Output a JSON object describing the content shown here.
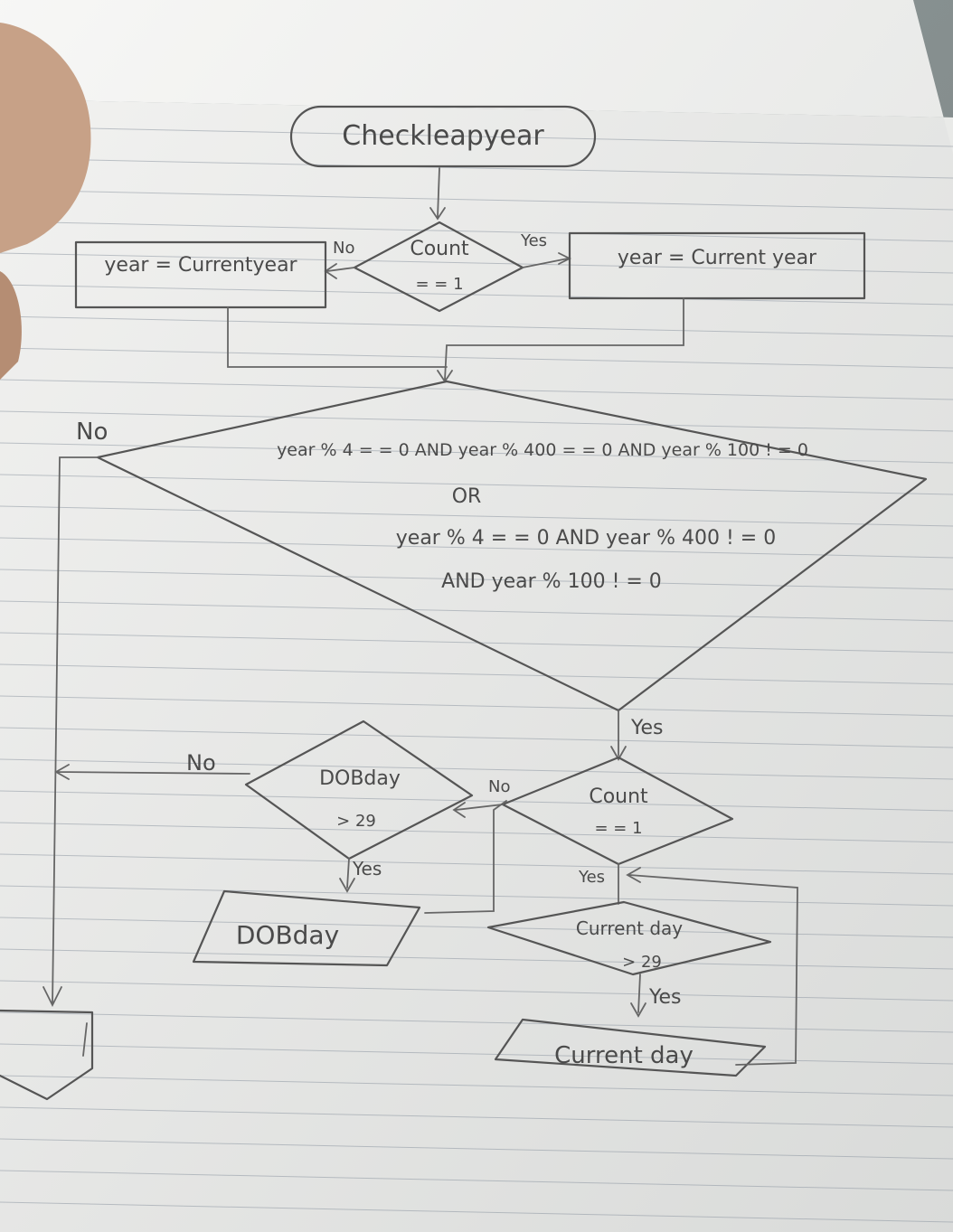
{
  "flowchart": {
    "start": "Checkleapyear",
    "decision_count_1": {
      "line1": "Count",
      "line2": "= = 1"
    },
    "box_no": "year = Currentyear",
    "box_yes": "year = Current year",
    "label_yes_1": "Yes",
    "label_no_1": "No",
    "leap_condition": {
      "line1": "year % 4 = = 0  AND  year % 400 = = 0  AND  year % 100 ! = 0",
      "line2": "OR",
      "line3": "year % 4 = = 0   AND  year % 400 ! = 0",
      "line4": "AND   year % 100 ! = 0"
    },
    "label_no_leap": "No",
    "label_yes_leap": "Yes",
    "decision_count_2": {
      "line1": "Count",
      "line2": "= = 1"
    },
    "label_no_count2": "No",
    "decision_dob": {
      "line1": "DOBday",
      "line2": "> 29"
    },
    "label_no_dob": "No",
    "label_yes_dob": "Yes",
    "io_dob": "DOBday",
    "label_yes_count2": "Yes",
    "decision_current": {
      "line1": "Current day",
      "line2": "> 29"
    },
    "label_yes_current": "Yes",
    "io_current": "Current day"
  },
  "colors": {
    "paper": "#f1f1ef",
    "rule": "#8f98a3",
    "pencil": "#4a4a4a",
    "skin": "#c9a48a"
  }
}
